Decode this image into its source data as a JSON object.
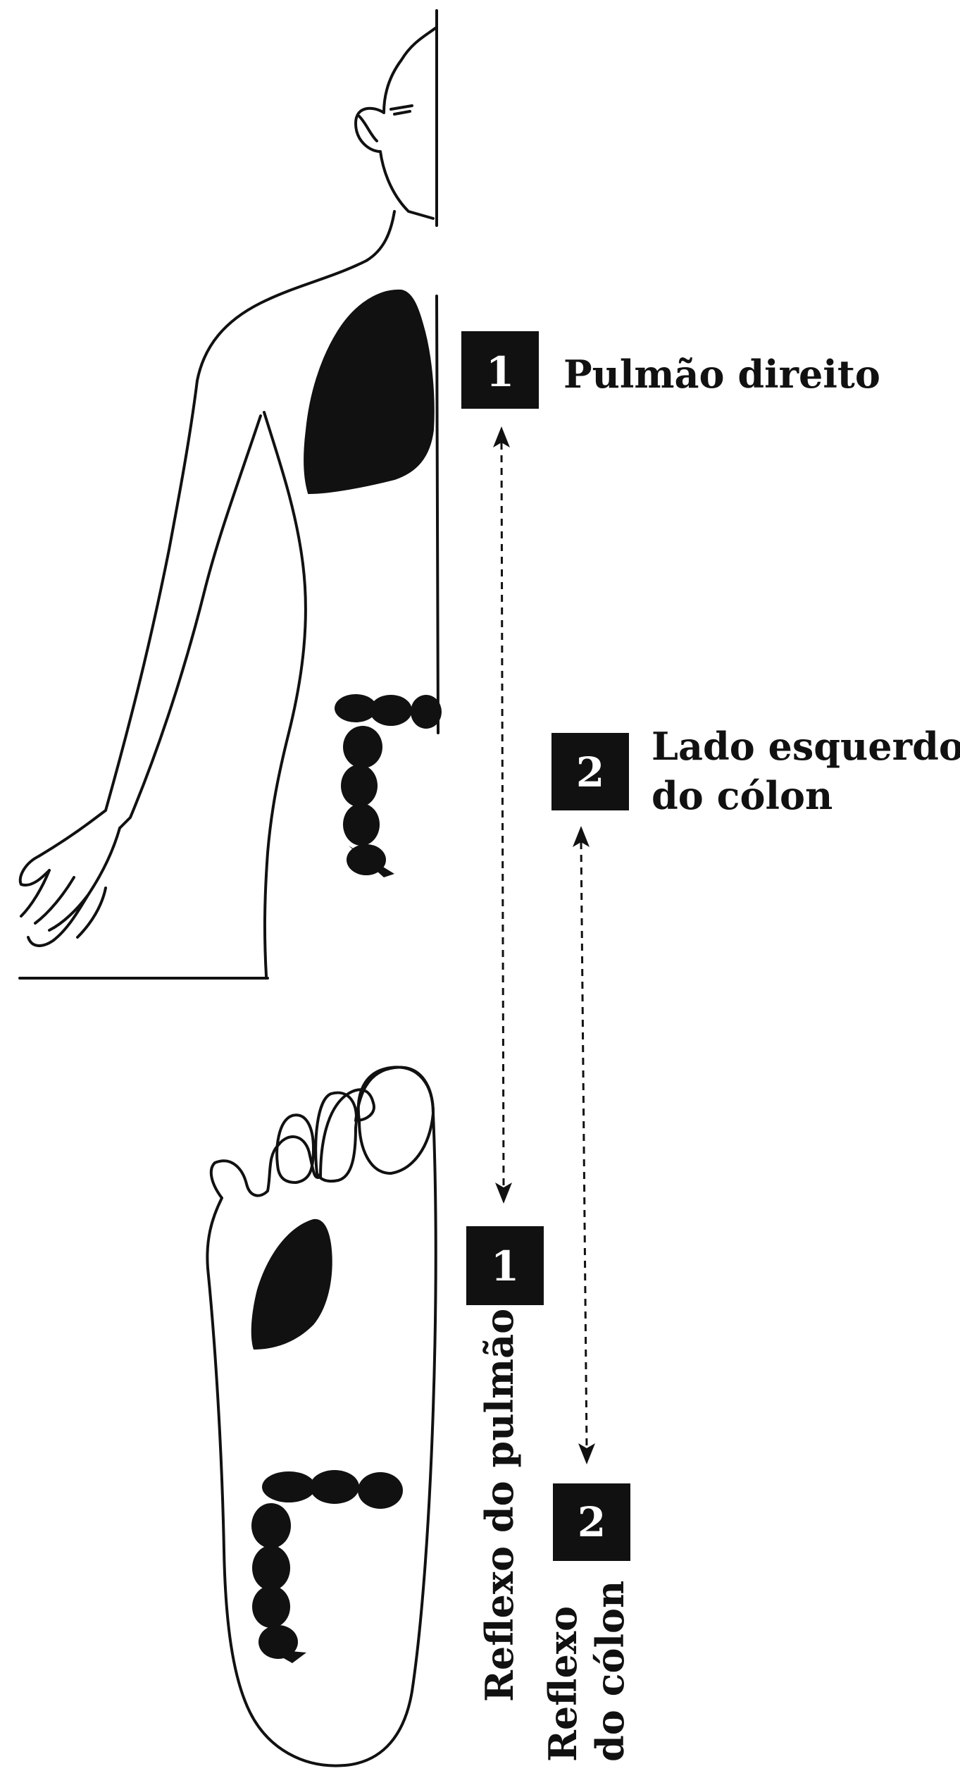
{
  "labels": {
    "badge_1_top": "1",
    "badge_2_top": "2",
    "badge_1_bottom": "1",
    "badge_2_bottom": "2",
    "right_lung": "Pulmão direito",
    "left_colon_line1": "Lado esquerdo",
    "left_colon_line2": "do cólon",
    "lung_reflex": "Reflexo do pulmão",
    "colon_reflex_line1": "Reflexo",
    "colon_reflex_line2": "do cólon"
  },
  "colors": {
    "ink": "#111111",
    "background": "#ffffff"
  }
}
